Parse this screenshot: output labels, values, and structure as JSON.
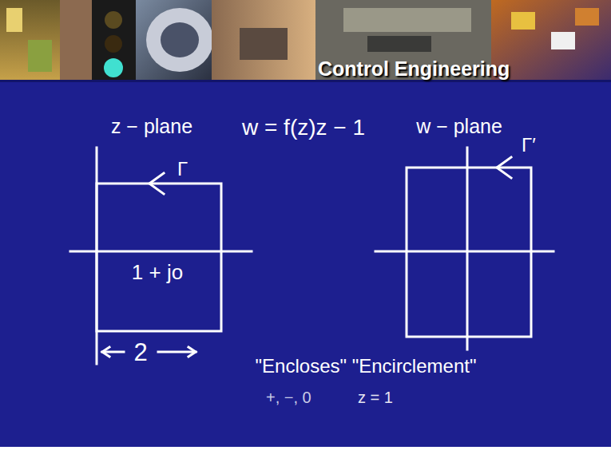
{
  "diagram": {
    "title": "Control Engineering",
    "labels": [
      "w = f(z)z − 1",
      "z − plane",
      "w − plane",
      "Γ",
      "Γ′",
      "1 + jo",
      "2",
      "\"Encloses\" \"Encirclement\"",
      "+, −, 0",
      "z = 1"
    ]
  }
}
